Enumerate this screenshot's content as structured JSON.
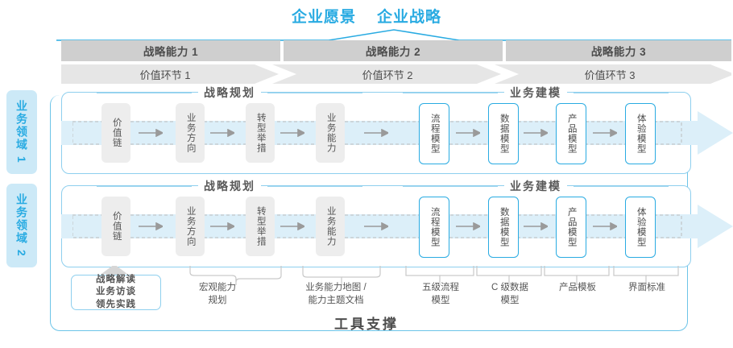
{
  "header": {
    "titles": [
      "企业愿景",
      "企业战略"
    ],
    "accent_color": "#29ABE2"
  },
  "capabilities": [
    {
      "label": "战略能力 1"
    },
    {
      "label": "战略能力 2"
    },
    {
      "label": "战略能力 3"
    }
  ],
  "value_chain": [
    {
      "label": "价值环节 1"
    },
    {
      "label": "价值环节 2"
    },
    {
      "label": "价值环节 3"
    }
  ],
  "domains": [
    {
      "label": "业务领域 1"
    },
    {
      "label": "业务领域 2"
    }
  ],
  "sections": {
    "planning": "战略规划",
    "modeling": "业务建模"
  },
  "nodes": {
    "planning": [
      "价值链",
      "业务方向",
      "转型举措",
      "业务能力"
    ],
    "modeling": [
      "流程模型",
      "数据模型",
      "产品模型",
      "体验模型"
    ]
  },
  "tools": {
    "highlight_box": "战略解读\n业务访谈\n领先实践",
    "highlight_lines": [
      "战略解读",
      "业务访谈",
      "领先实践"
    ],
    "items": [
      {
        "lines": [
          "宏观能力",
          "规划"
        ]
      },
      {
        "lines": [
          "业务能力地图 /",
          "能力主题文档"
        ]
      },
      {
        "lines": [
          "五级流程",
          "模型"
        ]
      },
      {
        "lines": [
          "C 级数据",
          "模型"
        ]
      },
      {
        "lines": [
          "产品模板"
        ]
      },
      {
        "lines": [
          "界面标准"
        ]
      }
    ]
  },
  "footer": {
    "title": "工具支撑"
  },
  "colors": {
    "accent": "#29ABE2",
    "badge_bg": "#CCE9F7",
    "cap_bar": "#CFCFCF",
    "vc_bar": "#E6E6E6",
    "node_grey": "#EDEDED",
    "pale_arrow": "#DCEFF9",
    "text": "#4d4d4d"
  }
}
